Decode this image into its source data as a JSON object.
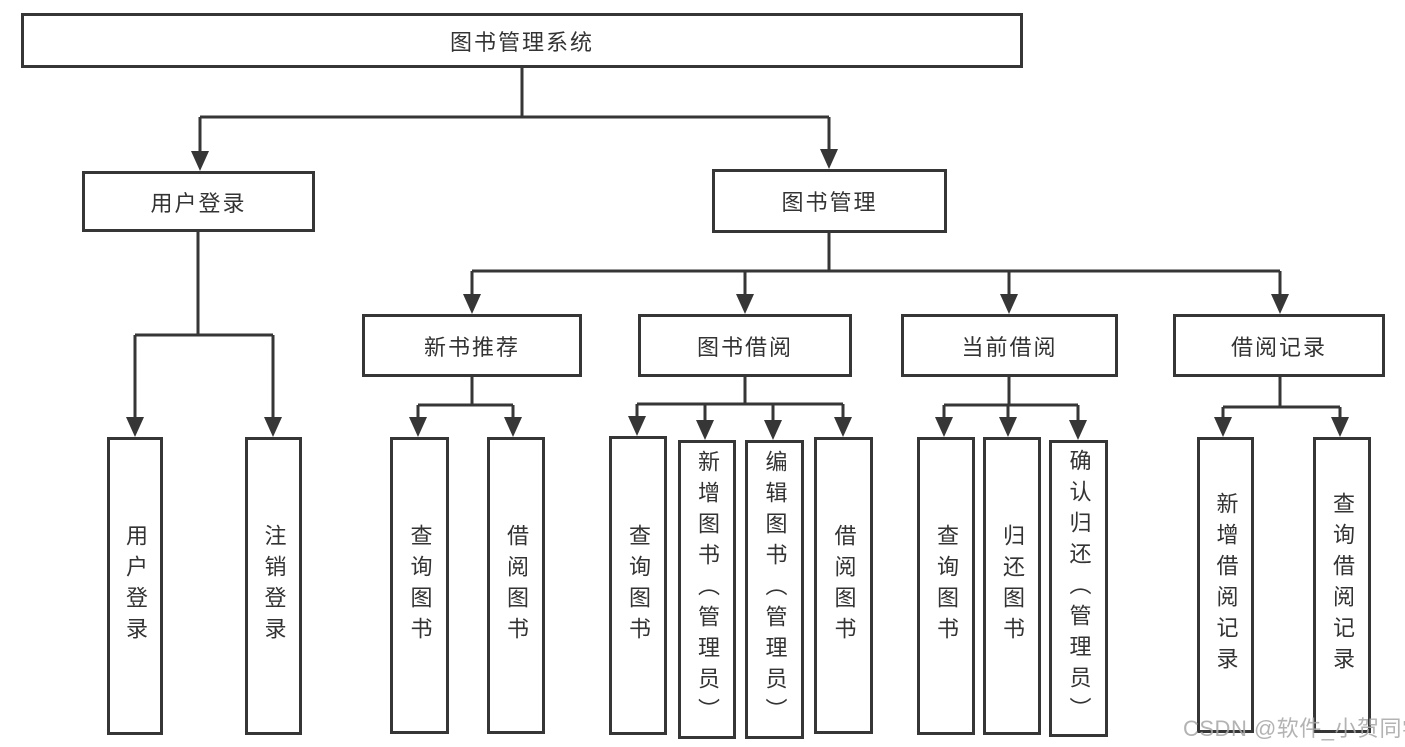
{
  "diagram": {
    "root": {
      "label": "图书管理系统"
    },
    "user_branch": {
      "label": "用户登录",
      "children": [
        {
          "label": "用户登录"
        },
        {
          "label": "注销登录"
        }
      ]
    },
    "book_branch": {
      "label": "图书管理",
      "groups": [
        {
          "label": "新书推荐",
          "children": [
            {
              "label": "查询图书"
            },
            {
              "label": "借阅图书"
            }
          ]
        },
        {
          "label": "图书借阅",
          "children": [
            {
              "label": "查询图书"
            },
            {
              "label": "新增图书（管理员）"
            },
            {
              "label": "编辑图书（管理员）"
            },
            {
              "label": "借阅图书"
            }
          ]
        },
        {
          "label": "当前借阅",
          "children": [
            {
              "label": "查询图书"
            },
            {
              "label": "归还图书"
            },
            {
              "label": "确认归还（管理员）"
            }
          ]
        },
        {
          "label": "借阅记录",
          "children": [
            {
              "label": "新增借阅记录"
            },
            {
              "label": "查询借阅记录"
            }
          ]
        }
      ]
    }
  },
  "watermark": {
    "text": "CSDN @软件_小贺同学"
  },
  "colors": {
    "line": "#363636",
    "text": "#333333",
    "background": "#ffffff",
    "watermark": "#a8a8a8"
  }
}
